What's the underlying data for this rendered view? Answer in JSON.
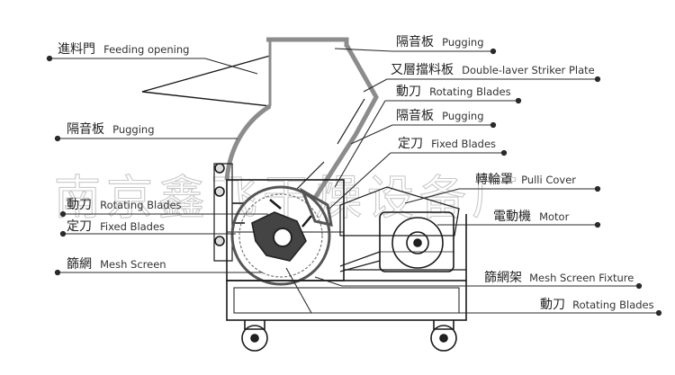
{
  "labels": {
    "feeding_opening": {
      "cn": "進料門",
      "en": "Feeding opening"
    },
    "pugging_top": {
      "cn": "隔音板",
      "en": "Pugging"
    },
    "striker_plate": {
      "cn": "又層擋料板",
      "en": "Double-laver Striker Plate"
    },
    "rotating_blades_top": {
      "cn": "動刀",
      "en": "Rotating Blades"
    },
    "pugging_mid_right": {
      "cn": "隔音板",
      "en": "Pugging"
    },
    "pugging_left": {
      "cn": "隔音板",
      "en": "Pugging"
    },
    "fixed_blades_right": {
      "cn": "定刀",
      "en": "Fixed Blades"
    },
    "pulley_cover": {
      "cn": "轉輪罩",
      "en": "Pulli Cover"
    },
    "rotating_blades_left": {
      "cn": "動刀",
      "en": "Rotating Blades"
    },
    "motor": {
      "cn": "電動機",
      "en": "Motor"
    },
    "fixed_blades_left": {
      "cn": "定刀",
      "en": "Fixed Blades"
    },
    "mesh_screen": {
      "cn": "篩網",
      "en": "Mesh Screen"
    },
    "mesh_screen_fixture": {
      "cn": "篩網架",
      "en": "Mesh Screen Fixture"
    },
    "rotating_blades_bottom": {
      "cn": "動刀",
      "en": "Rotating Blades"
    }
  },
  "watermark": "南京鑫飞干燥设备厂",
  "colors": {
    "outline": "#1a1a1a",
    "hopper_gray": "#8c8c8c",
    "leader": "#2a2a2a",
    "watermark": "#c9c9c9"
  }
}
